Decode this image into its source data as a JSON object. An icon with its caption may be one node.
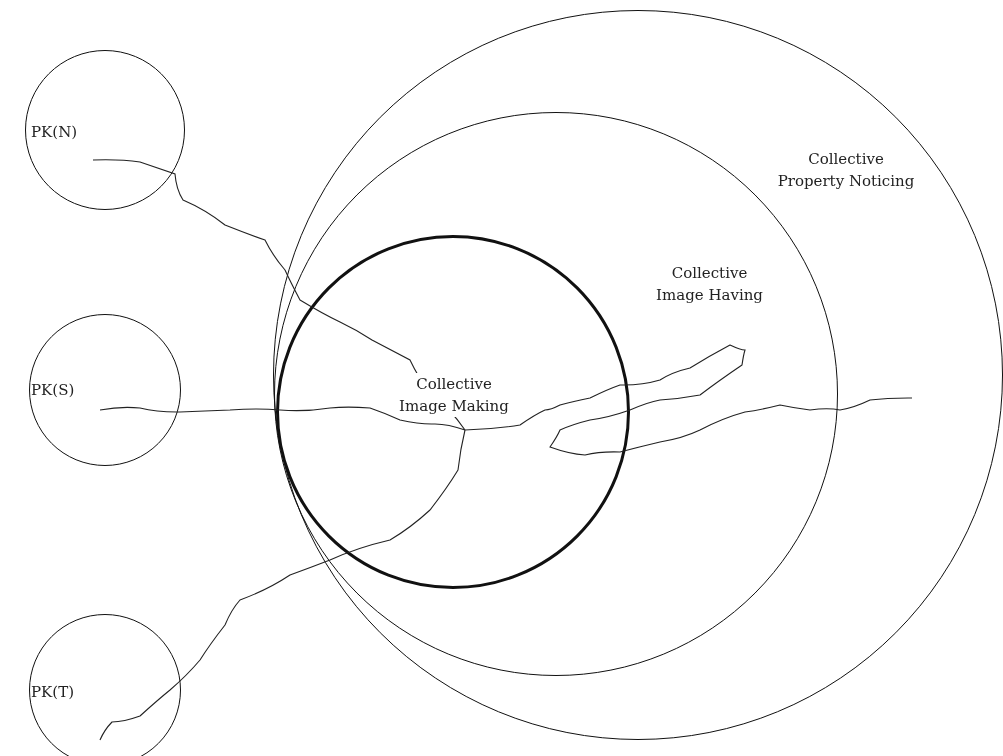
{
  "diagram": {
    "nodes": [
      {
        "text": [
          "PK(N)"
        ]
      },
      {
        "text": [
          "PK(S)"
        ]
      },
      {
        "text": [
          "PK(T)"
        ]
      },
      {
        "text": [
          "Collective Property Noticing"
        ]
      },
      {
        "text": [
          "Collective Image Having"
        ],
        "in": 3
      },
      {
        "text": [
          "Collective Image Making"
        ],
        "in": 4
      }
    ],
    "edges": [
      {
        "from": 0,
        "to": 5,
        "arrow": "none"
      },
      {
        "from": 1,
        "to": 5,
        "arrow": "none"
      },
      {
        "from": 2,
        "to": 5,
        "arrow": "none"
      }
    ]
  }
}
